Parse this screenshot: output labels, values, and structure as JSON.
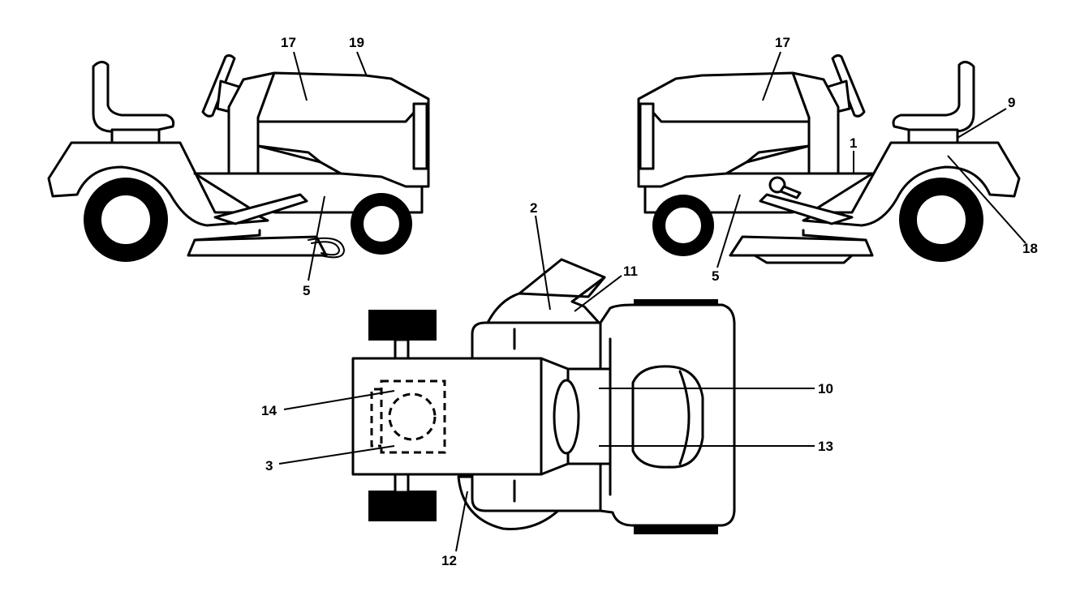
{
  "callouts": {
    "left_17": "17",
    "left_19": "19",
    "left_5": "5",
    "right_17": "17",
    "right_9": "9",
    "right_1": "1",
    "right_18": "18",
    "right_5": "5",
    "top_2": "2",
    "top_11": "11",
    "top_10": "10",
    "top_13": "13",
    "top_14": "14",
    "top_3": "3",
    "top_12": "12"
  }
}
